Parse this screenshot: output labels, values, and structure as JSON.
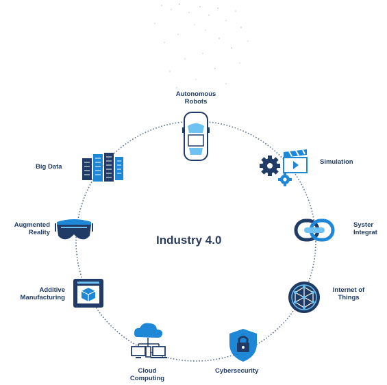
{
  "center_title": "Industry 4.0",
  "colors": {
    "navy": "#1f3b66",
    "blue": "#1e88d6",
    "light_blue": "#6ec2f2",
    "ring": "#5b6f8a",
    "text": "#2c3e5a"
  },
  "nodes": [
    {
      "id": "autonomous-robots",
      "label": "Autonomous\nRobots",
      "icon": "robot-vehicle-icon"
    },
    {
      "id": "simulation",
      "label": "Simulation",
      "icon": "gears-clapperboard-icon"
    },
    {
      "id": "system-integration",
      "label": "Syster\nIntegrat",
      "icon": "chain-link-icon"
    },
    {
      "id": "internet-of-things",
      "label": "Internet of\nThings",
      "icon": "iot-network-icon"
    },
    {
      "id": "cybersecurity",
      "label": "Cybersecurity",
      "icon": "shield-lock-icon"
    },
    {
      "id": "cloud-computing",
      "label": "Cloud\nComputing",
      "icon": "cloud-devices-icon"
    },
    {
      "id": "additive-manufacturing",
      "label": "Additive\nManufacturing",
      "icon": "3d-printer-icon"
    },
    {
      "id": "augmented-reality",
      "label": "Augmented\nReality",
      "icon": "ar-headset-icon"
    },
    {
      "id": "big-data",
      "label": "Big Data",
      "icon": "server-rack-icon"
    }
  ]
}
